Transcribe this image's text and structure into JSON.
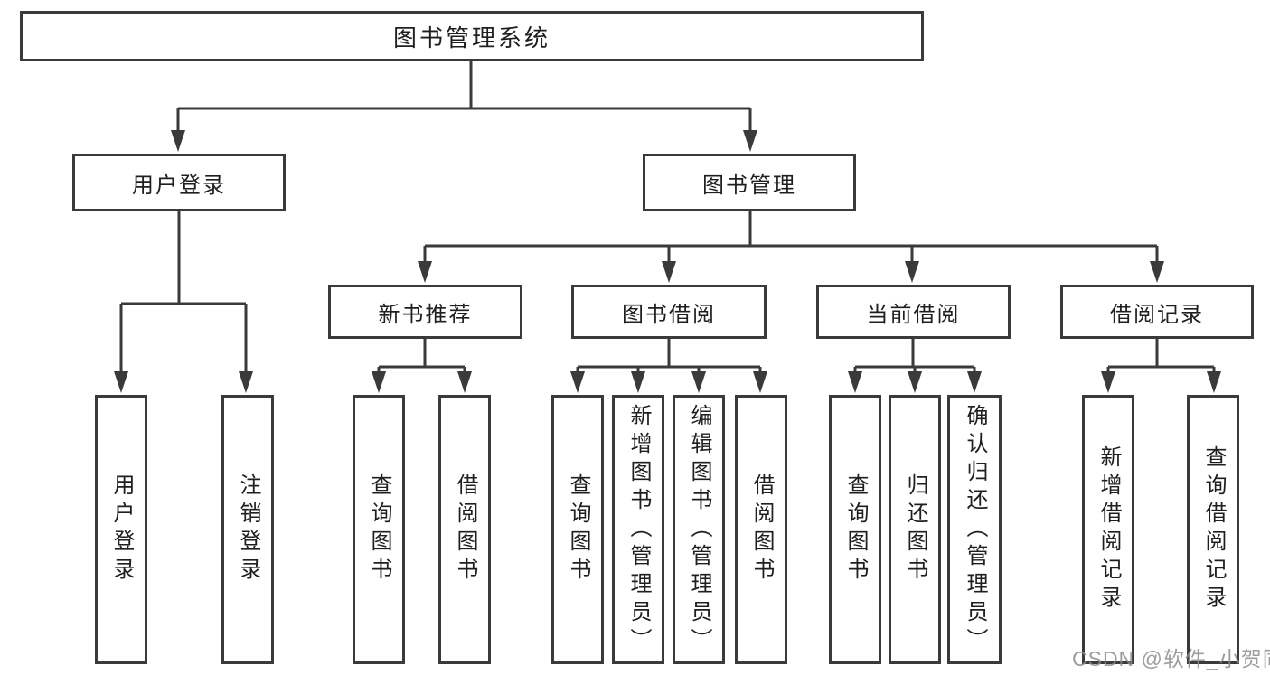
{
  "tree": {
    "root": "图书管理系统",
    "children": [
      {
        "label": "用户登录",
        "children": [
          "用户登录",
          "注销登录"
        ]
      },
      {
        "label": "图书管理",
        "children": [
          {
            "label": "新书推荐",
            "children": [
              "查询图书",
              "借阅图书"
            ]
          },
          {
            "label": "图书借阅",
            "children": [
              "查询图书",
              "新增图书（管理员）",
              "编辑图书（管理员）",
              "借阅图书"
            ]
          },
          {
            "label": "当前借阅",
            "children": [
              "查询图书",
              "归还图书",
              "确认归还（管理员）"
            ]
          },
          {
            "label": "借阅记录",
            "children": [
              "新增借阅记录",
              "查询借阅记录"
            ]
          }
        ]
      }
    ]
  },
  "watermark": {
    "text": "CSDN @软件_小贺同学"
  },
  "colors": {
    "line": "#3a3a3a",
    "box_border": "#3a3a3a",
    "text": "#1f1f1f",
    "watermark": "#8c8c8c",
    "background": "#ffffff"
  }
}
